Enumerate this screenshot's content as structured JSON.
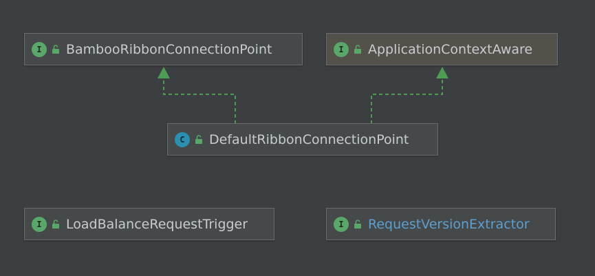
{
  "colors": {
    "background": "#3c3f41",
    "node_fill": "#45494a",
    "node_fill_highlight": "#54504a",
    "node_border": "#6a6d70",
    "text": "#c8ccd0",
    "link_text": "#5d9fce",
    "interface_badge": "#59a869",
    "class_badge": "#2a90b0",
    "arrow": "#4f9d54"
  },
  "nodes": [
    {
      "id": "bamboo",
      "badge": "I",
      "kind": "interface",
      "name": "BambooRibbonConnectionPoint",
      "icon": "unlocked-lock-icon"
    },
    {
      "id": "appctx",
      "badge": "I",
      "kind": "interface",
      "name": "ApplicationContextAware",
      "icon": "unlocked-lock-icon"
    },
    {
      "id": "default",
      "badge": "C",
      "kind": "class",
      "name": "DefaultRibbonConnectionPoint",
      "icon": "unlocked-lock-icon"
    },
    {
      "id": "loadbalance",
      "badge": "I",
      "kind": "interface",
      "name": "LoadBalanceRequestTrigger",
      "icon": "unlocked-lock-icon"
    },
    {
      "id": "reqversion",
      "badge": "I",
      "kind": "interface",
      "name": "RequestVersionExtractor",
      "icon": "unlocked-lock-icon"
    }
  ],
  "edges": [
    {
      "from": "default",
      "to": "bamboo",
      "style": "dashed",
      "arrowhead": "hollow-triangle-filled"
    },
    {
      "from": "default",
      "to": "appctx",
      "style": "dashed",
      "arrowhead": "hollow-triangle-filled"
    }
  ]
}
